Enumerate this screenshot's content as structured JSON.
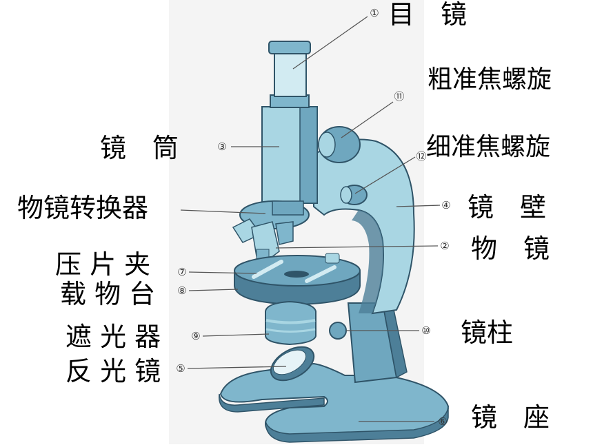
{
  "labels": {
    "eyepiece": "目　镜",
    "coarse_focus": "粗准焦螺旋",
    "tube": "镜　筒",
    "fine_focus": "细准焦螺旋",
    "nosepiece": "物镜转换器",
    "arm": "镜　壁",
    "objective": "物　镜",
    "clips": "压 片 夹",
    "stage": "载 物 台",
    "diaphragm": "遮 光 器",
    "pillar": "镜柱",
    "mirror": "反 光 镜",
    "base": "镜　座"
  },
  "markers": {
    "eyepiece": "①",
    "coarse_focus": "⑪",
    "tube": "③",
    "fine_focus": "⑫",
    "nosepiece": "",
    "arm": "④",
    "objective": "②",
    "clips": "⑦",
    "stage": "⑧",
    "diaphragm": "⑨",
    "pillar": "⑩",
    "mirror": "⑤",
    "base": "⑥"
  },
  "colors": {
    "body_light": "#a9d6e3",
    "body_mid": "#7fb6cc",
    "body_dark": "#4d7f98",
    "outline": "#2f5468",
    "leader": "#555555",
    "background_panel": "#f4f4f4"
  }
}
